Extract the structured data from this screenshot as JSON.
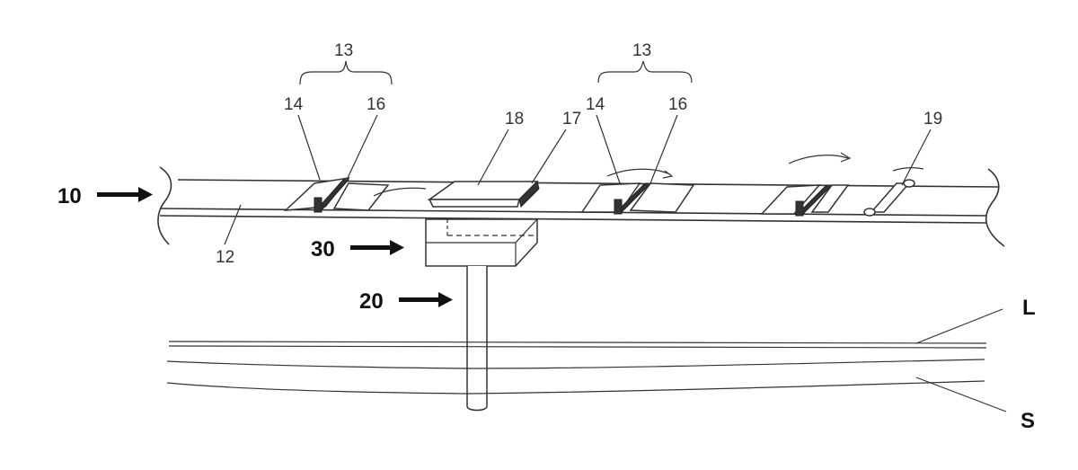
{
  "labels": {
    "l13a": "13",
    "l14a": "14",
    "l16a": "16",
    "l18": "18",
    "l17": "17",
    "l13b": "13",
    "l14b": "14",
    "l16b": "16",
    "l19": "19",
    "l12": "12",
    "l10": "10",
    "l30": "30",
    "l20": "20",
    "lL": "L",
    "lS": "S"
  }
}
